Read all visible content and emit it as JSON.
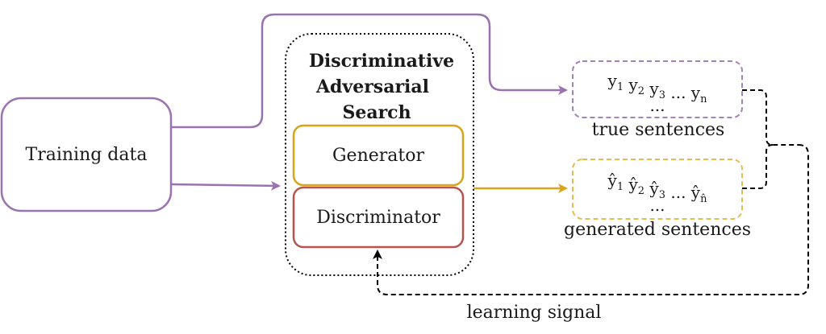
{
  "colors": {
    "purple": "#9b72b0",
    "orange": "#d9a31a",
    "red": "#b85450",
    "purple_dash": "#a680b8",
    "orange_dash": "#e3bd4d",
    "black": "#000000"
  },
  "training_data": {
    "label": "Training data"
  },
  "das": {
    "title_lines": [
      "Discriminative",
      "Adversarial",
      "Search"
    ]
  },
  "generator": {
    "label": "Generator"
  },
  "discriminator": {
    "label": "Discriminator"
  },
  "true_box": {
    "sequence": [
      {
        "base": "y",
        "sub": "1"
      },
      {
        "base": "y",
        "sub": "2"
      },
      {
        "base": "y",
        "sub": "3"
      },
      {
        "base": "...",
        "sub": ""
      },
      {
        "base": "y",
        "sub": "n"
      }
    ],
    "ellipsis": "...",
    "caption": "true sentences"
  },
  "gen_box": {
    "sequence": [
      {
        "base": "ŷ",
        "sub": "1"
      },
      {
        "base": "ŷ",
        "sub": "2"
      },
      {
        "base": "ŷ",
        "sub": "3"
      },
      {
        "base": "...",
        "sub": ""
      },
      {
        "base": "ŷ",
        "sub": "n̂"
      }
    ],
    "ellipsis": "...",
    "caption": "generated sentences"
  },
  "feedback": {
    "label": "learning signal"
  }
}
